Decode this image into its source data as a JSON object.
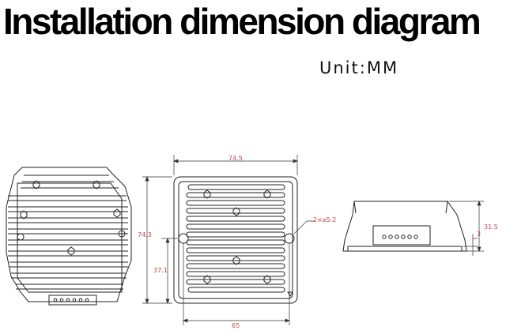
{
  "header": {
    "title": "Installation dimension diagram",
    "unit_label": "Unit:MM"
  },
  "dimensions": {
    "top_width": "74.5",
    "height": "74.3",
    "hole_offset": "37.1",
    "hole_spacing": "65",
    "hole_spec": "2×⌀5.2",
    "side_height": "31.5",
    "flange": "3"
  },
  "colors": {
    "outline": "#222222",
    "dimension": "#c8434a"
  }
}
